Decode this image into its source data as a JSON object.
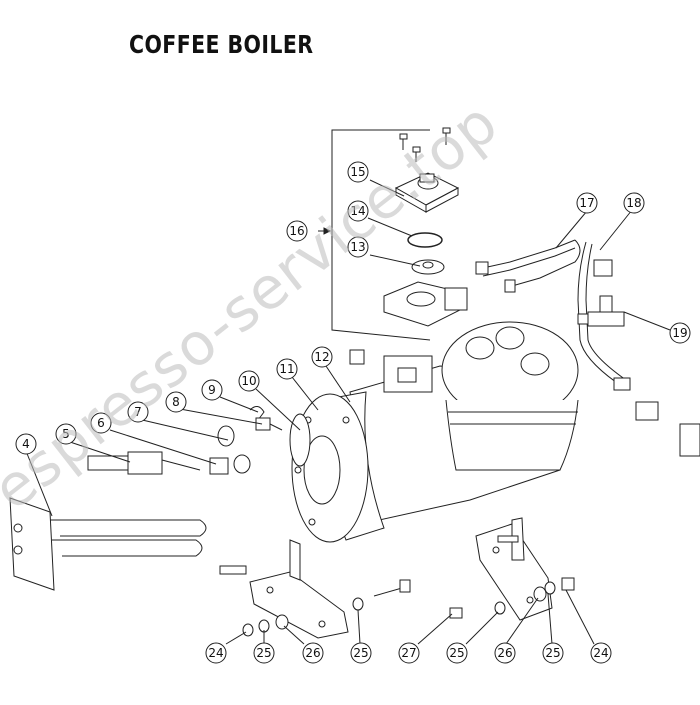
{
  "title": "COFFEE BOILER",
  "watermark": "espresso-service.top",
  "callouts": [
    {
      "label": "4"
    },
    {
      "label": "5"
    },
    {
      "label": "6"
    },
    {
      "label": "7"
    },
    {
      "label": "8"
    },
    {
      "label": "9"
    },
    {
      "label": "10"
    },
    {
      "label": "11"
    },
    {
      "label": "12"
    },
    {
      "label": "13"
    },
    {
      "label": "14"
    },
    {
      "label": "15"
    },
    {
      "label": "16"
    },
    {
      "label": "17"
    },
    {
      "label": "18"
    },
    {
      "label": "19"
    },
    {
      "label": "24"
    },
    {
      "label": "25"
    },
    {
      "label": "26"
    },
    {
      "label": "25"
    },
    {
      "label": "27"
    },
    {
      "label": "25"
    },
    {
      "label": "26"
    },
    {
      "label": "25"
    },
    {
      "label": "24"
    }
  ]
}
